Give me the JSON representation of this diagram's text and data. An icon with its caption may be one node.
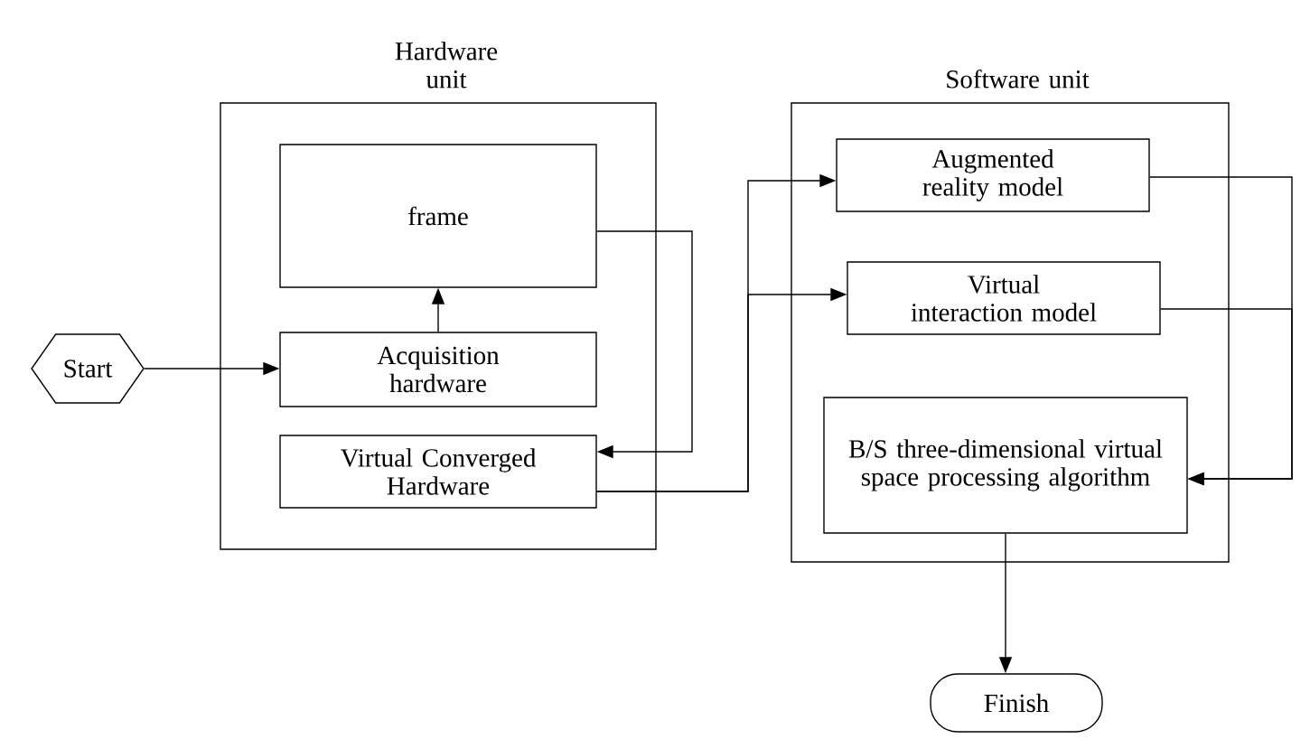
{
  "diagram": {
    "nodes": [
      {
        "text": [
          "Hardware unit"
        ]
      },
      {
        "text": [
          "frame"
        ],
        "in": 0
      },
      {
        "text": [
          "Acquisition hardware"
        ],
        "in": 0
      },
      {
        "text": [
          "Virtual Converged Hardware"
        ],
        "in": 0
      },
      {
        "text": [
          "Start"
        ]
      },
      {
        "text": [
          "Software unit"
        ]
      },
      {
        "text": [
          "Augmented reality model"
        ],
        "in": 5
      },
      {
        "text": [
          "Virtual interaction model"
        ],
        "in": 5
      },
      {
        "text": [
          "B/S three-dimensional virtual space processing algorithm"
        ],
        "in": 5
      },
      {
        "text": [
          "Finish"
        ]
      }
    ],
    "edges": [
      {
        "from": 4,
        "to": 2,
        "arrow": "to"
      },
      {
        "from": 2,
        "to": 1,
        "arrow": "to"
      },
      {
        "from": 1,
        "to": 3,
        "arrow": "to"
      },
      {
        "from": 3,
        "to": 6,
        "arrow": "to"
      },
      {
        "from": 3,
        "to": 7,
        "arrow": "to"
      },
      {
        "from": 6,
        "to": 8,
        "arrow": "to"
      },
      {
        "from": 7,
        "to": 8,
        "arrow": "to"
      },
      {
        "from": 8,
        "to": 9,
        "arrow": "to"
      }
    ]
  }
}
